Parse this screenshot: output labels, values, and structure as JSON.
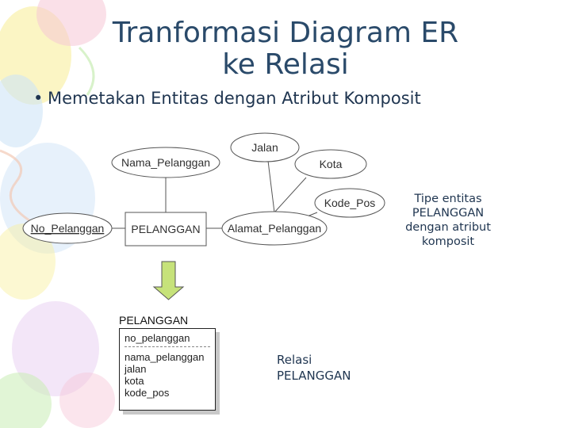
{
  "title": [
    "Tranformasi Diagram ER",
    "ke Relasi"
  ],
  "bullet": "Memetakan Entitas dengan Atribut Komposit",
  "diagram": {
    "entity": "PELANGGAN",
    "attributes": {
      "key": "No_Pelanggan",
      "nama": "Nama_Pelanggan",
      "jalan": "Jalan",
      "kota": "Kota",
      "kode_pos": "Kode_Pos",
      "alamat": "Alamat_Pelanggan"
    }
  },
  "note": [
    "Tipe entitas",
    "PELANGGAN",
    "dengan atribut",
    "komposit"
  ],
  "relation": {
    "name": "PELANGGAN",
    "primary_key": "no_pelanggan",
    "attributes": [
      "nama_pelanggan",
      "jalan",
      "kota",
      "kode_pos"
    ]
  },
  "relation_label": [
    "Relasi",
    "PELANGGAN"
  ],
  "colors": {
    "title": "#2a4a6a",
    "arrow_fill": "#c6e27a",
    "balloons": [
      "#f6c6d6",
      "#cfe4f7",
      "#f9ef9c",
      "#c8ecb4",
      "#e8cdf2"
    ]
  }
}
